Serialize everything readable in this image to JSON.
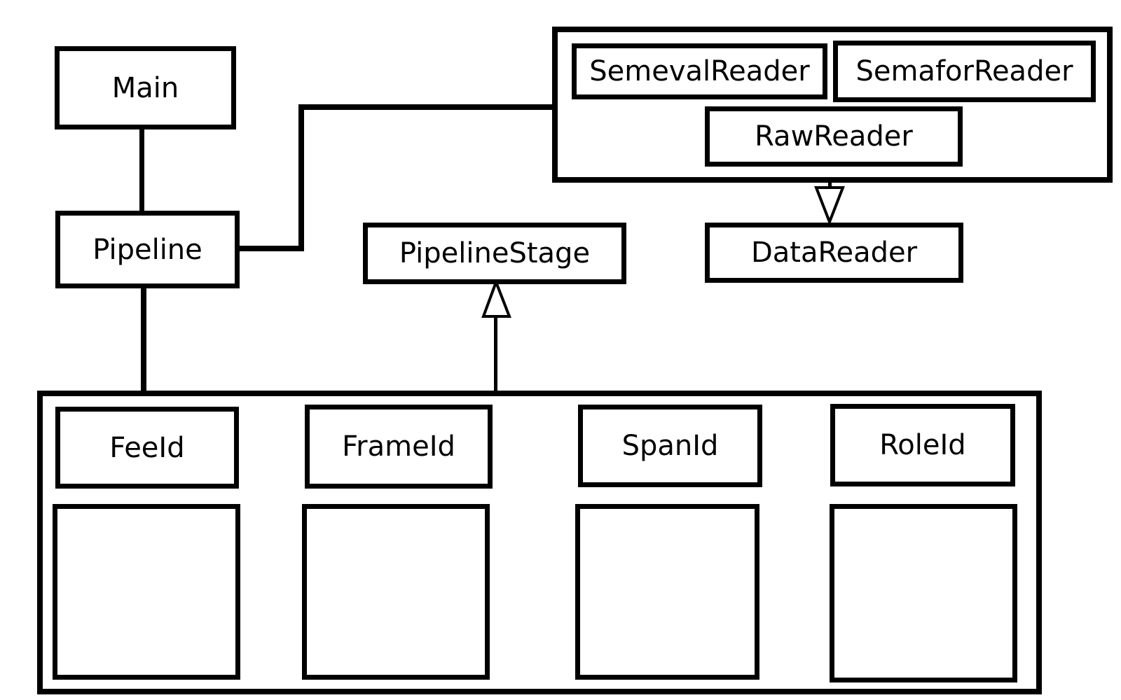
{
  "diagram": {
    "background_color": "#ffffff",
    "stroke_color": "#000000",
    "nodes": {
      "main": {
        "label": "Main"
      },
      "pipeline": {
        "label": "Pipeline"
      },
      "pipeline_stage": {
        "label": "PipelineStage"
      },
      "data_reader": {
        "label": "DataReader"
      },
      "semeval_reader": {
        "label": "SemevalReader"
      },
      "semafor_reader": {
        "label": "SemaforReader"
      },
      "raw_reader": {
        "label": "RawReader"
      },
      "fee_id": {
        "label": "FeeId"
      },
      "frame_id": {
        "label": "FrameId"
      },
      "span_id": {
        "label": "SpanId"
      },
      "role_id": {
        "label": "RoleId"
      }
    },
    "groups": [
      {
        "name": "readers-group",
        "members": [
          "SemevalReader",
          "SemaforReader",
          "RawReader"
        ]
      },
      {
        "name": "stages-group",
        "members": [
          "FeeId",
          "FrameId",
          "SpanId",
          "RoleId"
        ]
      }
    ],
    "edges": [
      {
        "from": "Main",
        "to": "Pipeline",
        "type": "association"
      },
      {
        "from": "Pipeline",
        "to": "readers-group",
        "type": "association"
      },
      {
        "from": "Pipeline",
        "to": "stages-group",
        "type": "association"
      },
      {
        "from": "readers-group",
        "to": "DataReader",
        "type": "inheritance"
      },
      {
        "from": "stages-group",
        "to": "PipelineStage",
        "type": "inheritance"
      }
    ]
  }
}
